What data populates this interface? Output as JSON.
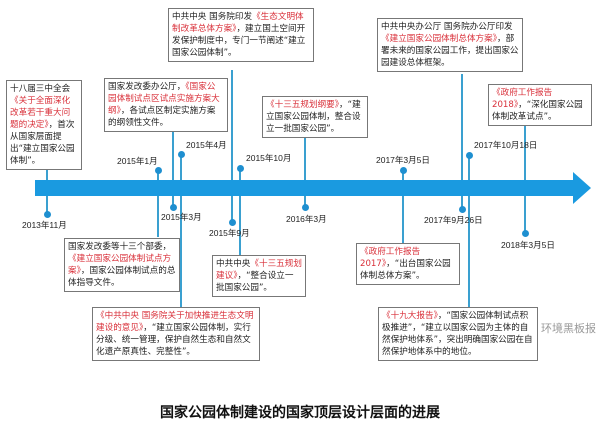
{
  "colors": {
    "accent": "#1a9ae0",
    "highlight": "#d9303a"
  },
  "dates": {
    "d2013_11": "2013年11月",
    "d2015_1": "2015年1月",
    "d2015_3": "2015年3月",
    "d2015_4": "2015年4月",
    "d2015_9": "2015年9月",
    "d2015_10": "2015年10月",
    "d2016_3": "2016年3月",
    "d2017_3_5": "2017年3月5日",
    "d2017_9_26": "2017年9月26日",
    "d2017_10_18": "2017年10月18日",
    "d2018_3_5": "2018年3月5日"
  },
  "boxes": {
    "b2013": [
      {
        "t": "十八届三中全会"
      },
      {
        "t": "《关于全面深化改革若干重大问题的决定》",
        "hl": true
      },
      {
        "t": "，首次从国家层面提出“建立国家公园体制”。"
      }
    ],
    "b2015_9": [
      {
        "t": "中共中央 国务院印发"
      },
      {
        "t": "《生态文明体制改革总体方案》",
        "hl": true
      },
      {
        "t": "，建立国土空间开发保护制度中，专门一节阐述“建立国家公园体制”。"
      }
    ],
    "b2015_3": [
      {
        "t": "国家发改委办公厅，"
      },
      {
        "t": "《国家公园体制试点区试点实施方案大纲》",
        "hl": true
      },
      {
        "t": "，各试点区制定实施方案的纲领性文件。"
      }
    ],
    "b2016_3": [
      {
        "t": "《十三五规划纲要》",
        "hl": true
      },
      {
        "t": "，“建立国家公园体制，整合设立一批国家公园”。"
      }
    ],
    "b2017_9_26": [
      {
        "t": "中共中央办公厅 国务院办公厅印发"
      },
      {
        "t": "《建立国家公园体制总体方案》",
        "hl": true
      },
      {
        "t": "，部署未来的国家公园工作，提出国家公园建设总体框架。"
      }
    ],
    "b2018": [
      {
        "t": "《政府工作报告2018》",
        "hl": true
      },
      {
        "t": "，“深化国家公园体制改革试点”。"
      }
    ],
    "b2015_1": [
      {
        "t": "国家发改委等十三个部委，"
      },
      {
        "t": "《建立国家公园体制试点方案》",
        "hl": true
      },
      {
        "t": "，国家公园体制试点的总体指导文件。"
      }
    ],
    "b2015_10": [
      {
        "t": "中共中央"
      },
      {
        "t": "《十三五规划建议》",
        "hl": true
      },
      {
        "t": "，“整合设立一批国家公园”。"
      }
    ],
    "b2017_3": [
      {
        "t": "《政府工作报告2017》",
        "hl": true
      },
      {
        "t": "，“出台国家公园体制总体方案”。"
      }
    ],
    "b2015_4": [
      {
        "t": "《中共中央 国务院关于加快推进生态文明建设的意见》",
        "hl": true
      },
      {
        "t": "，“建立国家公园体制，实行分级、统一管理，保护自然生态和自然文化遗产原真性、完整性”。"
      }
    ],
    "b2017_10": [
      {
        "t": "《十九大报告》",
        "hl": true
      },
      {
        "t": "，“国家公园体制试点积极推进”，“建立以国家公园为主体的自然保护地体系”，突出明确国家公园在自然保护地体系中的地位。"
      }
    ]
  },
  "watermark": "环境黑板报",
  "caption": "国家公园体制建设的国家顶层设计层面的进展"
}
